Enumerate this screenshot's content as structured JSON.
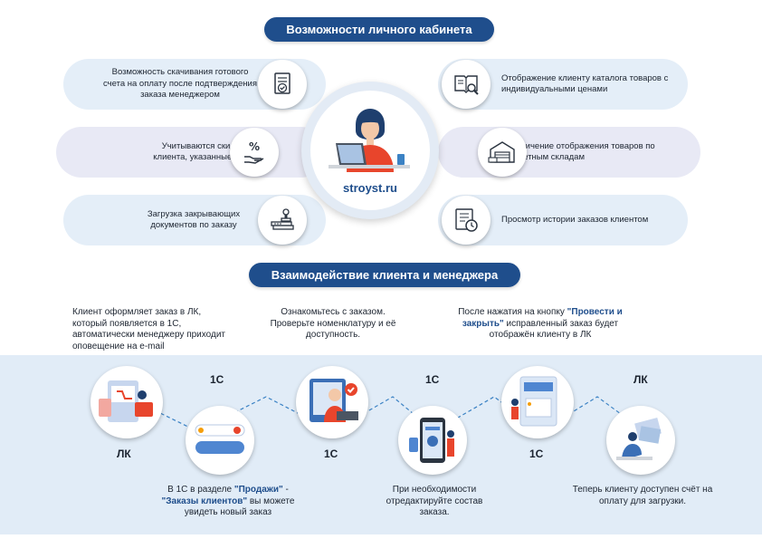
{
  "titles": {
    "features": "Возможности личного кабинета",
    "interaction": "Взаимодействие клиента и менеджера"
  },
  "site": "stroyst.ru",
  "features": [
    {
      "text": "Возможность скачивания готового счета на оплату после подтверждения заказа менеджером",
      "icon": "invoice-check-icon"
    },
    {
      "text": "Учитываются скидки клиента, указанные в 1С",
      "icon": "discount-hand-icon"
    },
    {
      "text": "Загрузка закрывающих документов по заказу",
      "icon": "stamp-documents-icon"
    },
    {
      "text": "Отображение клиенту каталога товаров с индивидуальными ценами",
      "icon": "catalog-search-icon"
    },
    {
      "text": "Ограничение отображения товаров по конкретным складам",
      "icon": "warehouse-icon"
    },
    {
      "text": "Просмотр истории заказов клиентом",
      "icon": "order-history-icon"
    }
  ],
  "top_notes": [
    {
      "text": "Клиент оформляет заказ в ЛК, который появляется в 1С, автоматически менеджеру приходит оповещение на e-mail"
    },
    {
      "text": "Ознакомьтесь с заказом. Проверьте номенклатуру и её доступность."
    },
    {
      "pre": "После нажатия на кнопку ",
      "hl": "\"Провести и закрыть\"",
      "post": " исправленный заказ будет отображён клиенту в ЛК"
    }
  ],
  "bottom_notes": [
    {
      "pre": "В 1С в разделе ",
      "hl1": "\"Продажи\"",
      "mid": " - ",
      "hl2": "\"Заказы клиентов\"",
      "post": " вы можете увидеть новый заказ"
    },
    {
      "text": "При необходимости отредактируйте состав заказа."
    },
    {
      "text": "Теперь клиенту доступен счёт на оплату для загрузки."
    }
  ],
  "step_labels": [
    "ЛК",
    "1С",
    "1С",
    "1С",
    "1С",
    "ЛК"
  ],
  "colors": {
    "brand": "#1f4e8c",
    "accent": "#e8452c",
    "band": "#e1ecf7"
  }
}
